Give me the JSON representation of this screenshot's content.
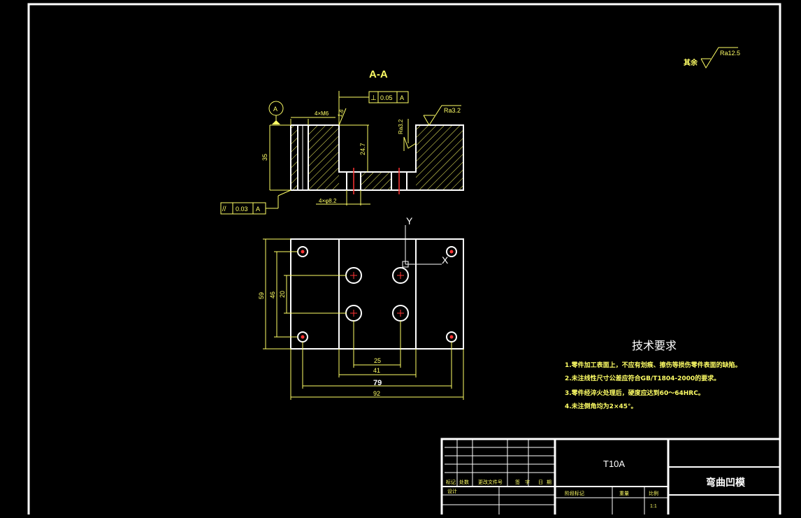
{
  "section_label": "A-A",
  "roughness_other": {
    "prefix": "其余",
    "value": "Ra12.5"
  },
  "surface_finish": {
    "top": "Ra3.2",
    "inner_wall": "Ra3.2",
    "corner_radius": "1.6"
  },
  "datum_label": "A",
  "tolerance_frames": {
    "perpendicularity": {
      "symbol": "⊥",
      "value": "0.05",
      "datum": "A"
    },
    "parallelism": {
      "symbol": "//",
      "value": "0.03",
      "datum": "A"
    }
  },
  "section_dims": {
    "height": "35",
    "depth": "24.7",
    "thread": "4×M6",
    "holes": "4×φ8.2"
  },
  "plan_dims": {
    "h59": "59",
    "h46": "46",
    "h20": "20",
    "w25": "25",
    "w41": "41",
    "w79": "79",
    "w92": "92"
  },
  "axis_labels": {
    "y": "Y",
    "x": "X"
  },
  "tech_requirements": {
    "title": "技术要求",
    "items": [
      "1.零件加工表面上，不应有划痕、擦伤等损伤零件表面的缺陷。",
      "2.未注线性尺寸公差应符合GB/T1804-2000的要求。",
      "3.零件经淬火处理后，硬度应达到60～64HRC。",
      "4.未注倒角均为2×45°。"
    ]
  },
  "title_block": {
    "material": "T10A",
    "part_name": "弯曲凹模",
    "headers": [
      "标记",
      "处数",
      "更改文件号",
      "签",
      "字",
      "日",
      "期"
    ],
    "design_label": "设计",
    "stage_label": "阶段标记",
    "weight_label": "重量",
    "scale_label": "比例",
    "scale_value": "1:1"
  },
  "colors": {
    "line": "#ffffff",
    "dim": "#ffff66",
    "hatch": "#ffff66",
    "center": "#ff3333",
    "bg": "#000000"
  }
}
